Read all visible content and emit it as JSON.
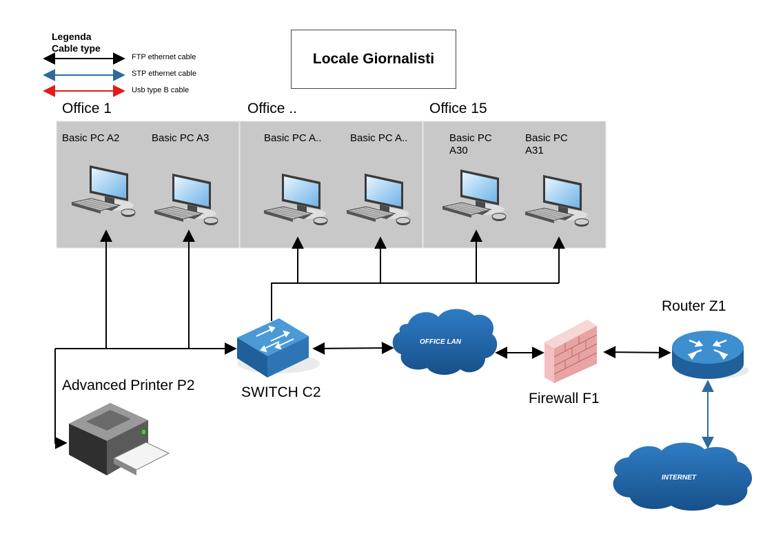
{
  "legend": {
    "title_line1": "Legenda",
    "title_line2": "Cable type",
    "items": [
      {
        "label": "FTP ethernet cable",
        "color": "#000000"
      },
      {
        "label": "STP ethernet cable",
        "color": "#2e6a9e"
      },
      {
        "label": "Usb type B cable",
        "color": "#e41a1a"
      }
    ]
  },
  "title": "Locale Giornalisti",
  "offices": [
    {
      "name": "Office 1",
      "pcs": [
        {
          "line1": "Basic PC A2",
          "line2": ""
        },
        {
          "line1": "Basic PC A3",
          "line2": ""
        }
      ]
    },
    {
      "name": "Office ..",
      "pcs": [
        {
          "line1": "Basic PC A..",
          "line2": ""
        },
        {
          "line1": "Basic PC A..",
          "line2": ""
        }
      ]
    },
    {
      "name": "Office 15",
      "pcs": [
        {
          "line1": "Basic PC",
          "line2": "A30"
        },
        {
          "line1": "Basic PC",
          "line2": "A31"
        }
      ]
    }
  ],
  "devices": {
    "printer": "Advanced Printer P2",
    "switch": "SWITCH C2",
    "lan": "OFFICE LAN",
    "firewall": "Firewall F1",
    "router": "Router Z1",
    "internet": "INTERNET"
  },
  "colors": {
    "office_bg": "#c8c8c8",
    "cloud": "#1f64a8",
    "device_blue": "#2e75b6",
    "firewall": "#e8a3a3"
  }
}
